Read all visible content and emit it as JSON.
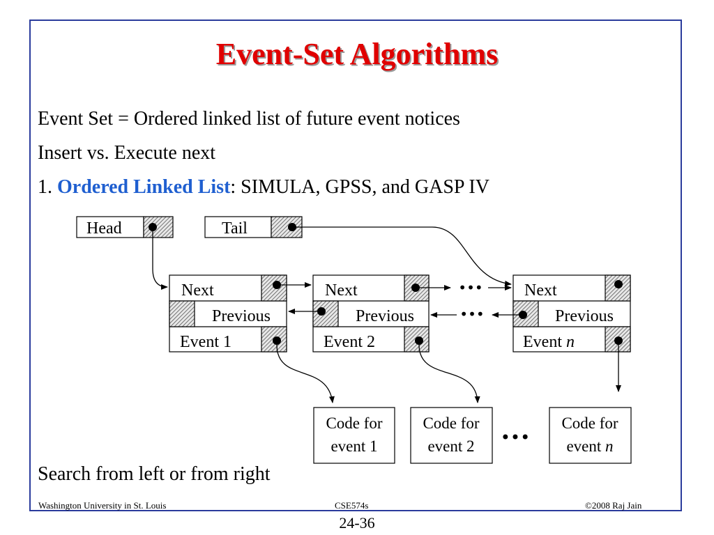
{
  "title": "Event-Set Algorithms",
  "bullets": {
    "b1": "Event Set = Ordered linked list of future event notices",
    "b2": "Insert vs. Execute next",
    "b3_prefix": "1. ",
    "b3_highlight": "Ordered Linked List",
    "b3_suffix": ": SIMULA, GPSS, and GASP IV",
    "b4": "Search from left or from right"
  },
  "diagram": {
    "head_label": "Head",
    "tail_label": "Tail",
    "node_next_label": "Next",
    "node_previous_label": "Previous",
    "node1_event": "Event 1",
    "node2_event": "Event 2",
    "noden_event_prefix": "Event ",
    "noden_event_var": "n",
    "code_for": "Code for",
    "code1_event": "event 1",
    "code2_event": "event 2",
    "coden_event_prefix": "event ",
    "coden_event_var": "n",
    "ellipsis": "•••"
  },
  "footer": {
    "left": "Washington University in St. Louis",
    "center": "CSE574s",
    "right": "©2008 Raj Jain"
  },
  "page_number": "24-36"
}
